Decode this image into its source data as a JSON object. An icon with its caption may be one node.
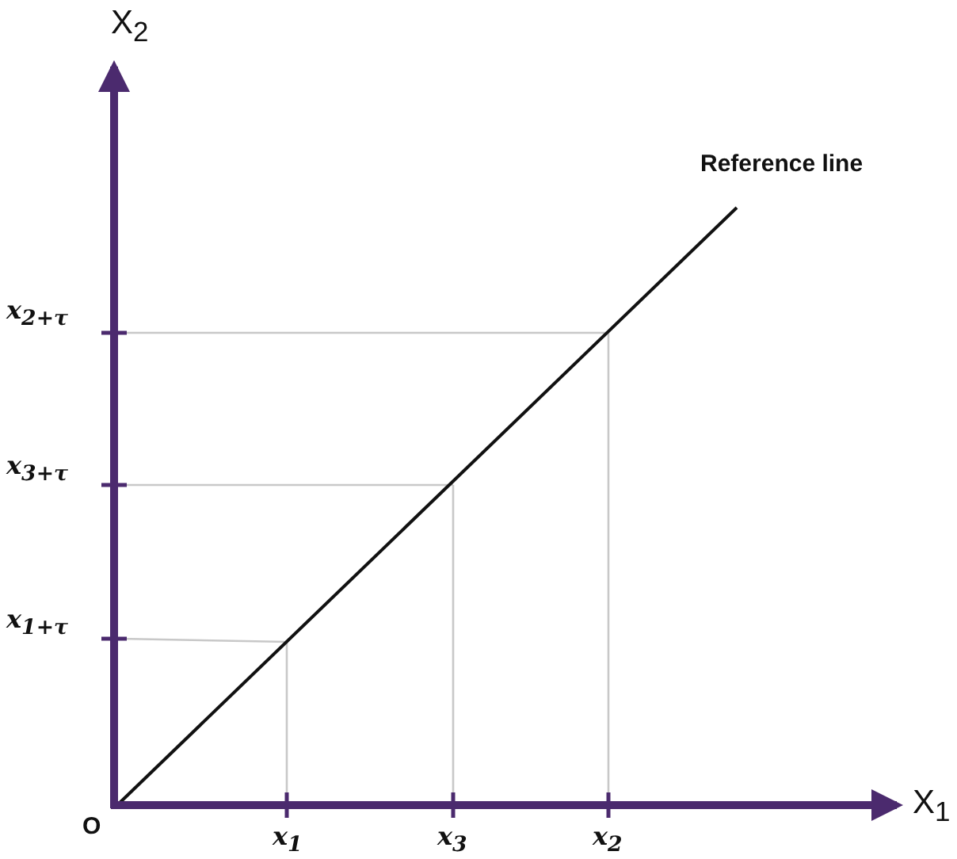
{
  "diagram": {
    "labels": [
      "X$_{2}$",
      "Reference line",
      "x$_{2+τ}$",
      "x$_{3+τ}$",
      "x$_{1+τ}$",
      "O",
      "x$_{1}$",
      "x$_{3}$",
      "x$_{2}$",
      "X$_{1}$"
    ]
  }
}
